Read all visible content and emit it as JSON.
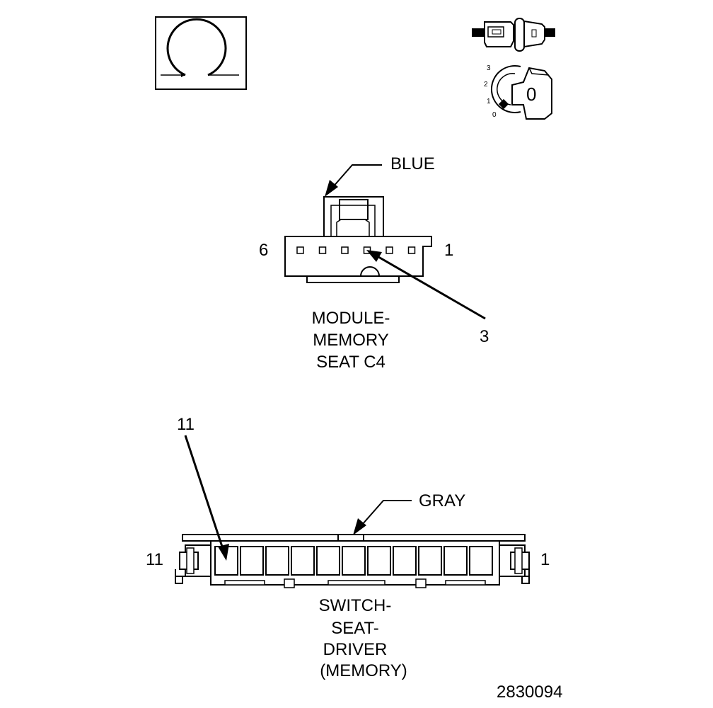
{
  "icons": {
    "left": "connector-disconnect-icon",
    "right_top": "connector-plug-icon",
    "right_bottom": "key-ignition-icon"
  },
  "ignition": {
    "positions": [
      "3",
      "2",
      "1",
      "0"
    ],
    "key_label": "0"
  },
  "module_connector": {
    "color_label": "BLUE",
    "pin_left": "6",
    "pin_right": "1",
    "pin_callout": "3",
    "pin_count": 6,
    "name_lines": [
      "MODULE-",
      "MEMORY",
      "SEAT C4"
    ]
  },
  "switch_connector": {
    "color_label": "GRAY",
    "pin_left": "11",
    "pin_right": "1",
    "pin_callout": "11",
    "pin_count": 11,
    "name_lines": [
      "SWITCH-",
      "SEAT-",
      "DRIVER",
      "(MEMORY)"
    ]
  },
  "figure_id": "2830094"
}
